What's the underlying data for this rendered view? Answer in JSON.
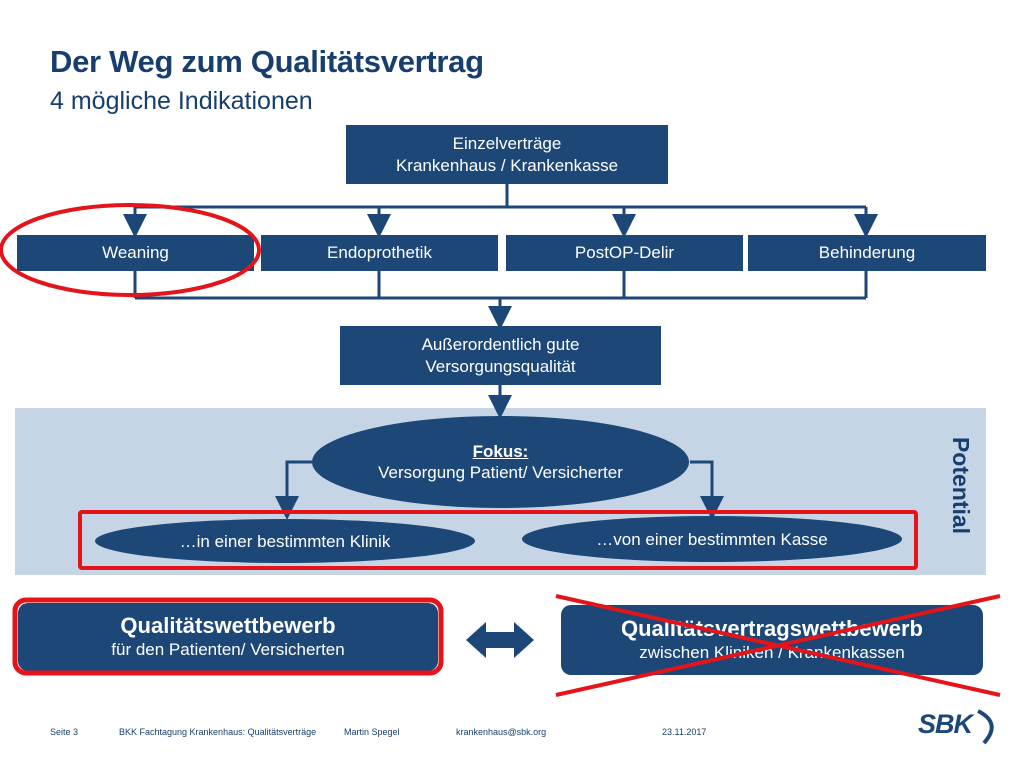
{
  "header": {
    "title": "Der Weg zum Qualitätsvertrag",
    "subtitle": "4 mögliche Indikationen"
  },
  "top_box": {
    "line1": "Einzelverträge",
    "line2": "Krankenhaus / Krankenkasse"
  },
  "indications": [
    "Weaning",
    "Endoprothetik",
    "PostOP-Delir",
    "Behinderung"
  ],
  "quality_box": {
    "line1": "Außerordentlich gute",
    "line2": "Versorgungsqualität"
  },
  "focus": {
    "heading": "Fokus:",
    "text": "Versorgung Patient/ Versicherter"
  },
  "branches": {
    "left": "…in einer bestimmten Klinik",
    "right": "…von einer bestimmten Kasse"
  },
  "potential_label": "Potential",
  "competition": {
    "left_title": "Qualitätswettbewerb",
    "left_sub": "für den Patienten/ Versicherten",
    "right_title": "Qualitätsvertragswettbewerb",
    "right_sub": "zwischen Kliniken / Krankenkassen"
  },
  "footer": {
    "page": "Seite 3",
    "event": "BKK Fachtagung Krankenhaus: Qualitätsverträge",
    "author": "Martin Spegel",
    "email": "krankenhaus@sbk.org",
    "date": "23.11.2017",
    "logo_text": "SBK"
  },
  "colors": {
    "navy": "#1c4776",
    "title": "#173e6e",
    "band": "#c5d5e6",
    "highlight_red": "#e3151b"
  }
}
